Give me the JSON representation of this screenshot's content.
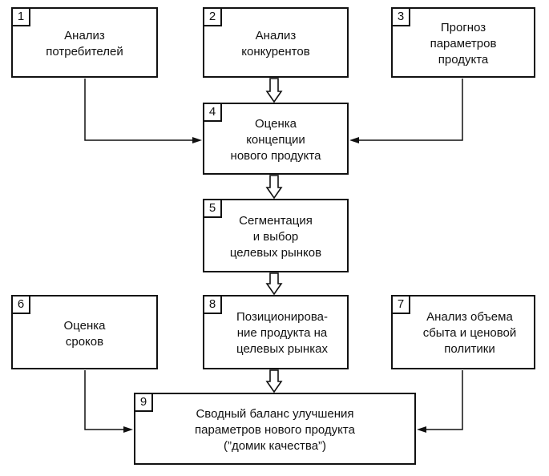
{
  "diagram": {
    "boxes": [
      {
        "id": "1",
        "label": "Анализ\nпотребителей"
      },
      {
        "id": "2",
        "label": "Анализ\nконкурентов"
      },
      {
        "id": "3",
        "label": "Прогноз\nпараметров\nпродукта"
      },
      {
        "id": "4",
        "label": "Оценка\nконцепции\nнового продукта"
      },
      {
        "id": "5",
        "label": "Сегментация\nи выбор\nцелевых рынков"
      },
      {
        "id": "6",
        "label": "Оценка\nсроков"
      },
      {
        "id": "8",
        "label": "Позиционирова-\nние продукта на\nцелевых рынках"
      },
      {
        "id": "7",
        "label": "Анализ объема\nсбыта и ценовой\nполитики"
      },
      {
        "id": "9",
        "label": "Сводный баланс улучшения\nпараметров нового продукта\n(”домик качества”)"
      }
    ]
  }
}
